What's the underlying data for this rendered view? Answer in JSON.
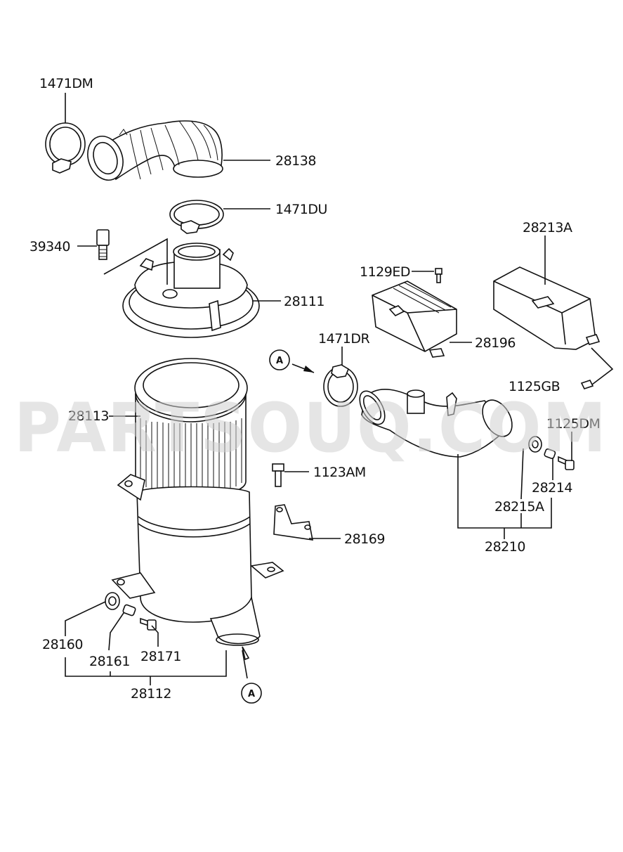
{
  "watermark": "PARTSOUQ.COM",
  "labels": {
    "p1471DM": "1471DM",
    "p28138": "28138",
    "p1471DU": "1471DU",
    "p39340": "39340",
    "p28111": "28111",
    "p28213A": "28213A",
    "p1129ED": "1129ED",
    "p28196": "28196",
    "p1471DR": "1471DR",
    "p1125GB": "1125GB",
    "p28113": "28113",
    "p1125DM": "1125DM",
    "p1123AM": "1123AM",
    "p28214": "28214",
    "p28215A": "28215A",
    "p28169": "28169",
    "p28210": "28210",
    "p28160": "28160",
    "p28161": "28161",
    "p28171": "28171",
    "p28112": "28112"
  },
  "connectors": {
    "a_top": "A",
    "a_bottom": "A"
  }
}
